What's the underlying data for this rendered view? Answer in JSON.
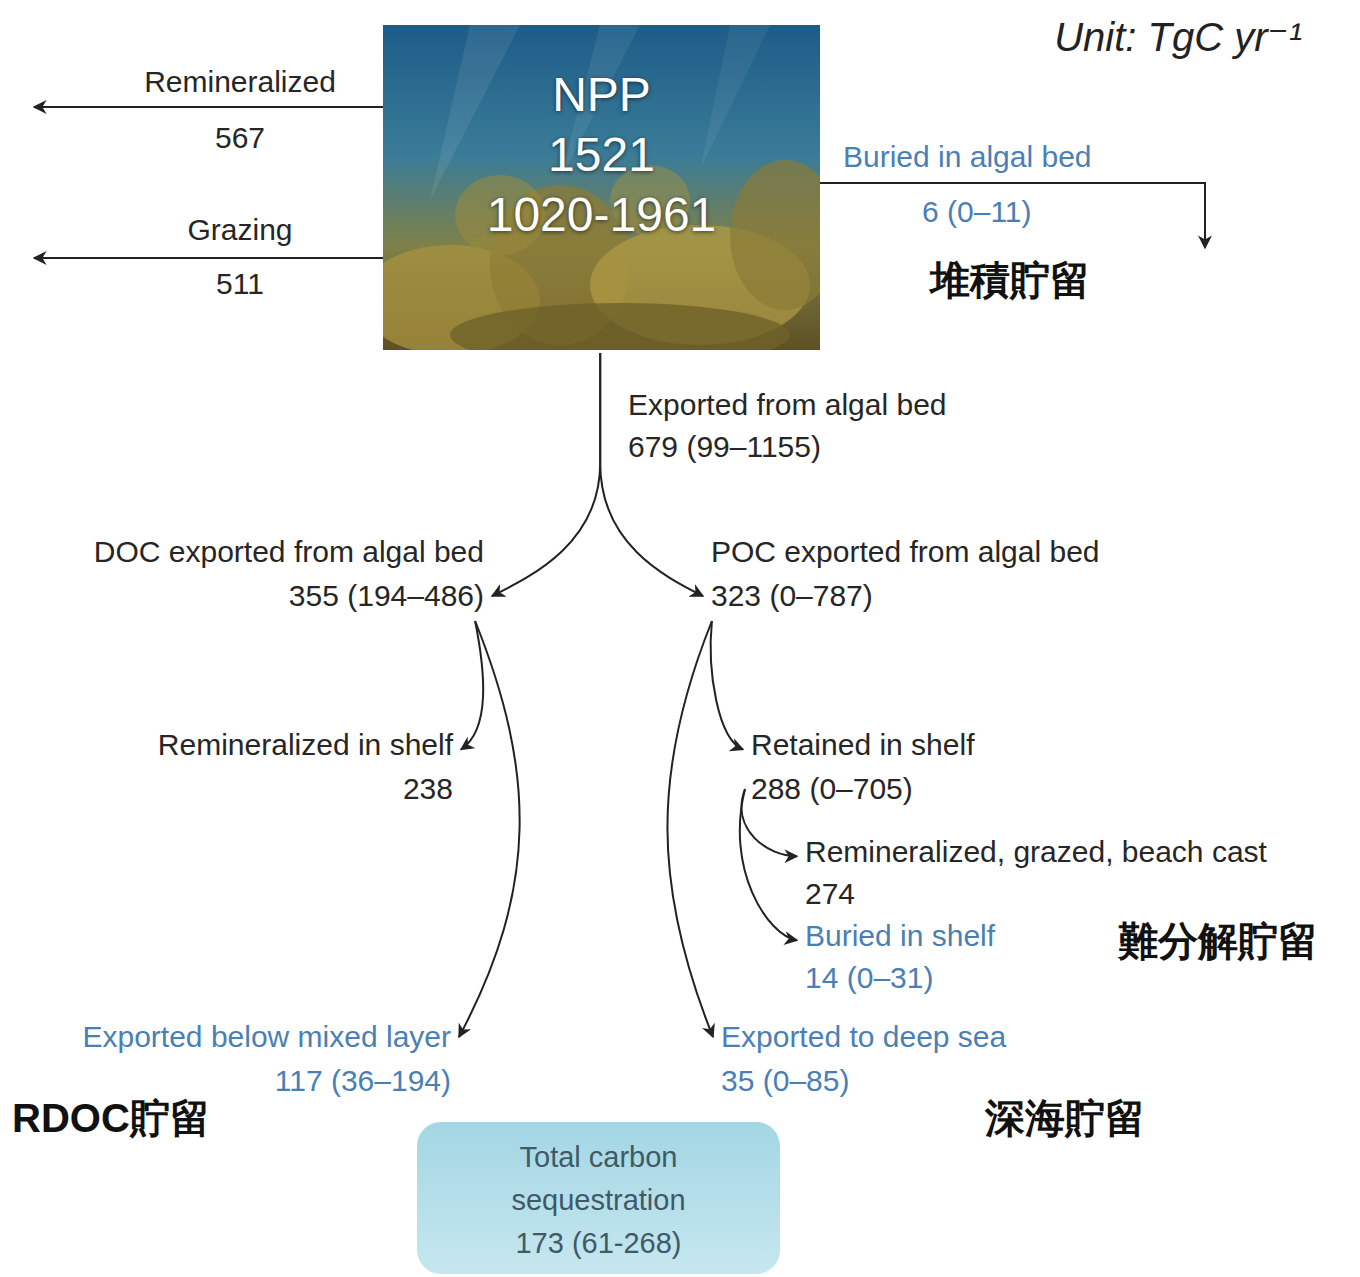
{
  "diagram": {
    "nodes": [
      {
        "text": [
          "NPP",
          "1521",
          "1020-1961"
        ]
      },
      {
        "text": [
          "DOC exported from algal bed",
          "355 (194–486)"
        ]
      },
      {
        "text": [
          "POC exported from algal bed",
          "323 (0–787)"
        ]
      },
      {
        "text": [
          "Remineralized in shelf",
          "238"
        ]
      },
      {
        "text": [
          "Exported below mixed layer",
          "117 (36–194)"
        ]
      },
      {
        "text": [
          "Retained in shelf",
          "288 (0–705)"
        ]
      },
      {
        "text": [
          "Remineralized, grazed, beach cast",
          "274"
        ]
      },
      {
        "text": [
          "Buried in shelf",
          "14 (0–31)"
        ]
      },
      {
        "text": [
          "Exported to deep sea",
          "35 (0–85)"
        ]
      },
      {
        "text": [
          "Total carbon sequestration",
          "173 (61-268)"
        ]
      }
    ],
    "edges": [
      {
        "from": 0,
        "to": 1,
        "arrow": "to"
      },
      {
        "from": 0,
        "to": 2,
        "arrow": "to"
      },
      {
        "from": 1,
        "to": 3,
        "arrow": "to"
      },
      {
        "from": 1,
        "to": 4,
        "arrow": "to"
      },
      {
        "from": 2,
        "to": 5,
        "arrow": "to"
      },
      {
        "from": 2,
        "to": 8,
        "arrow": "to"
      },
      {
        "from": 5,
        "to": 6,
        "arrow": "to"
      },
      {
        "from": 5,
        "to": 7,
        "arrow": "to"
      }
    ],
    "labels": [
      "Unit: TgC yr⁻¹",
      "Remineralized",
      "567",
      "Grazing",
      "511",
      "Buried in algal bed",
      "6 (0–11)",
      "堆積貯留",
      "Exported from algal bed",
      "679 (99–1155)",
      "難分解貯留",
      "RDOC貯留",
      "深海貯留"
    ]
  }
}
